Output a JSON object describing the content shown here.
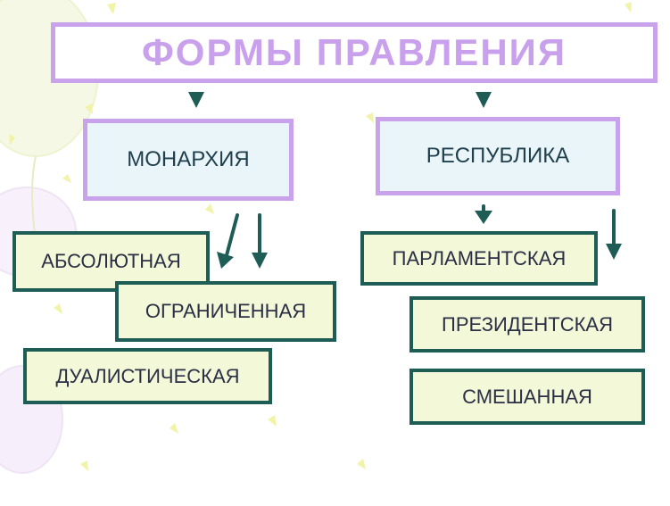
{
  "title": "ФОРМЫ ПРАВЛЕНИЯ",
  "branches": {
    "monarchy": {
      "label": "МОНАРХИЯ",
      "types": [
        "АБСОЛЮТНАЯ",
        "ОГРАНИЧЕННАЯ",
        "ДУАЛИСТИЧЕСКАЯ"
      ]
    },
    "republic": {
      "label": "РЕСПУБЛИКА",
      "types": [
        "ПАРЛАМЕНТСКАЯ",
        "ПРЕЗИДЕНТСКАЯ",
        "СМЕШАННАЯ"
      ]
    }
  },
  "colors": {
    "title_text": "#c9a0ec",
    "category_border": "#c8a2ea",
    "leaf_border": "#1e5c56",
    "leaf_fill": "#f2f8d8",
    "arrow": "#1e5c56"
  }
}
